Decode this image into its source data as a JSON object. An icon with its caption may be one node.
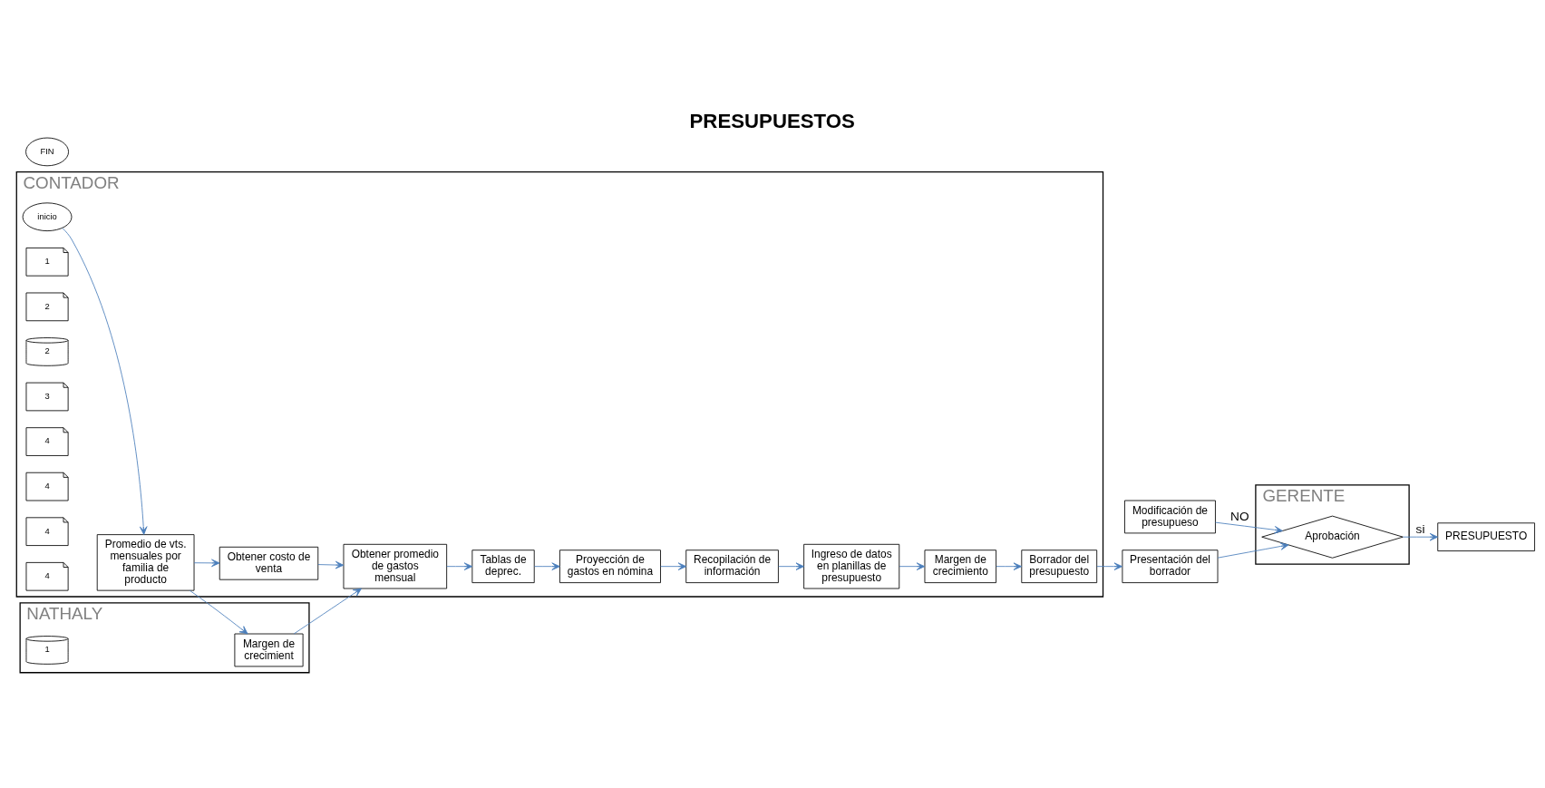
{
  "diagram": {
    "title": "PRESUPUESTOS",
    "nodes": [
      {
        "text": [
          "NATHALY"
        ]
      },
      {
        "text": [
          "CONTADOR"
        ]
      },
      {
        "text": [
          "GERENTE"
        ]
      },
      {
        "text": [
          "Margen de crecimient"
        ],
        "in": 0
      },
      {
        "text": [
          "1"
        ],
        "in": 0
      },
      {
        "text": [
          "inicio"
        ],
        "in": 1
      },
      {
        "text": [
          "Promedio de vts. mensuales por familia de producto"
        ],
        "in": 1
      },
      {
        "text": [
          "1"
        ],
        "in": 1
      },
      {
        "text": [
          "Obtener costo de venta"
        ],
        "in": 1
      },
      {
        "text": [
          "Obtener promedio de gastos mensual"
        ],
        "in": 1
      },
      {
        "text": [
          "2"
        ],
        "in": 1
      },
      {
        "text": [
          "2"
        ],
        "in": 1
      },
      {
        "text": [
          "Tablas de deprec."
        ],
        "in": 1
      },
      {
        "text": [
          "3"
        ],
        "in": 1
      },
      {
        "text": [
          "Proyección de gastos en nómina"
        ],
        "in": 1
      },
      {
        "text": [
          "4"
        ],
        "in": 1
      },
      {
        "text": [
          "Recopilación de información"
        ],
        "in": 1
      },
      {
        "text": [
          "Ingreso de datos en planillas de presupuesto"
        ],
        "in": 1
      },
      {
        "text": [
          "4"
        ],
        "in": 1
      },
      {
        "text": [
          "Margen de crecimiento"
        ],
        "in": 1
      },
      {
        "text": [
          "4"
        ],
        "in": 1
      },
      {
        "text": [
          "Borrador del presupuesto"
        ],
        "in": 1
      },
      {
        "text": [
          "4"
        ],
        "in": 1
      },
      {
        "text": [
          "Modificación de presupueso"
        ]
      },
      {
        "text": [
          "Presentación del borrador"
        ]
      },
      {
        "text": [
          "PRESUPUESTO"
        ]
      },
      {
        "text": [
          "FIN"
        ]
      },
      {
        "text": [
          "Aprobación"
        ],
        "in": 2
      }
    ],
    "edges": [
      {
        "from": 5,
        "to": 6,
        "arrow": "to"
      },
      {
        "from": 6,
        "to": 3,
        "arrow": "to"
      },
      {
        "from": 6,
        "to": 8,
        "arrow": "to"
      },
      {
        "from": 8,
        "to": 9,
        "arrow": "to"
      },
      {
        "from": 3,
        "to": 9,
        "arrow": "to"
      },
      {
        "from": 9,
        "to": 12,
        "arrow": "to"
      },
      {
        "from": 12,
        "to": 14,
        "arrow": "to"
      },
      {
        "from": 14,
        "to": 16,
        "arrow": "to"
      },
      {
        "from": 16,
        "to": 17,
        "arrow": "to"
      },
      {
        "from": 17,
        "to": 19,
        "arrow": "to"
      },
      {
        "from": 19,
        "to": 21,
        "arrow": "to"
      },
      {
        "from": 21,
        "to": 24,
        "arrow": "to"
      },
      {
        "from": 24,
        "to": 27,
        "arrow": "to"
      },
      {
        "from": 23,
        "to": 27,
        "arrow": "to",
        "label": "NO"
      },
      {
        "from": 27,
        "to": 25,
        "arrow": "to",
        "label": "si"
      }
    ]
  }
}
